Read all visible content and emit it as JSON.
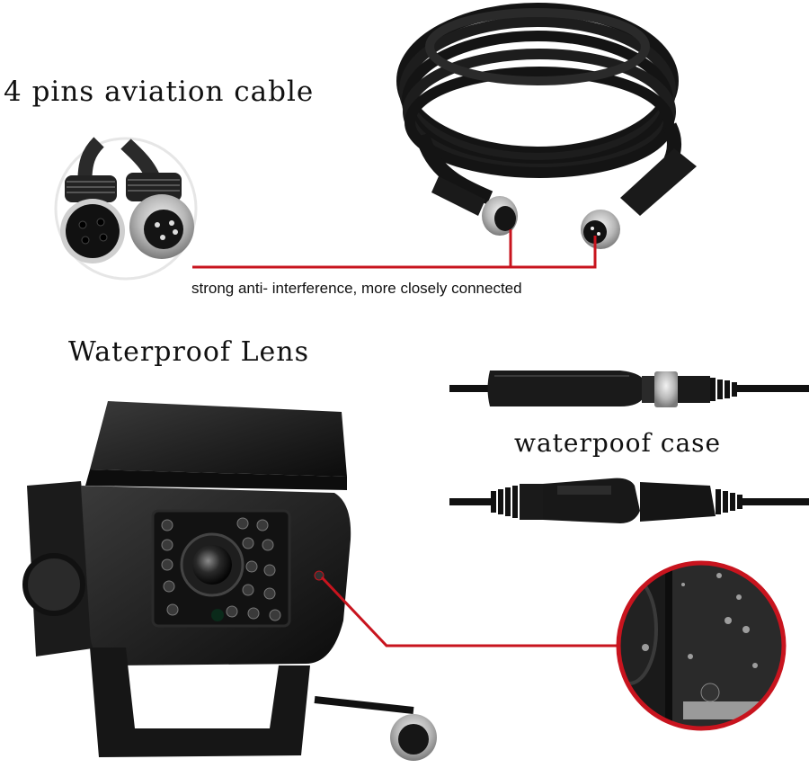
{
  "labels": {
    "aviation_cable": "4 pins aviation cable",
    "anti_interference": "strong anti- interference, more closely connected",
    "waterproof_lens": "Waterproof Lens",
    "waterproof_case": "waterpoof case"
  },
  "images": {
    "connector_closeup": "4-pin-connector-pair-icon",
    "coiled_cable": "coiled-black-cable-icon",
    "camera": "backup-camera-icon",
    "case_top": "inline-connector-icon",
    "case_bottom": "sealed-connector-icon",
    "detail_zoom": "waterproof-detail-zoom-icon"
  },
  "colors": {
    "accent_line": "#c8141e",
    "cable": "#151515",
    "background": "#ffffff"
  }
}
